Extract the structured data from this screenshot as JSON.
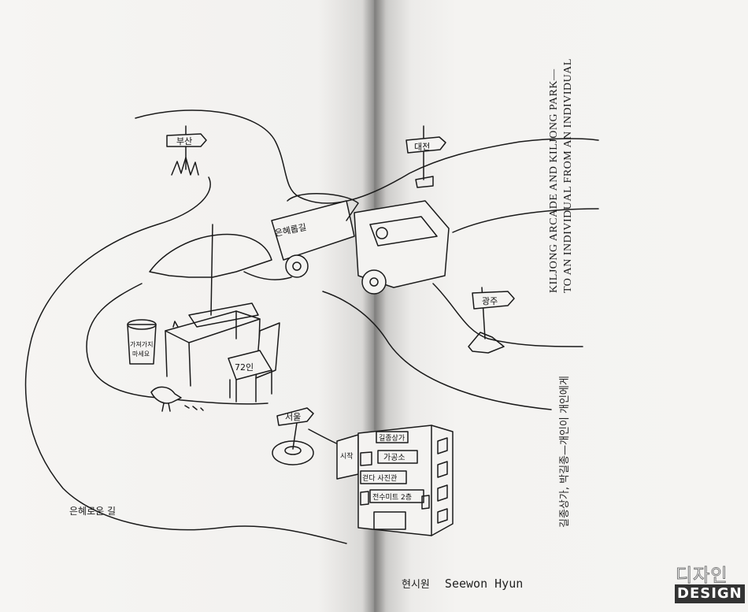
{
  "title_en": {
    "line1": "KILJONG ARCADE AND KILJONG PARK—",
    "line2": "TO AN INDIVIDUAL FROM AN INDIVIDUAL"
  },
  "title_ko": "길종상가, 박길종—개인이 개인에게",
  "author": {
    "name_ko": "현시원",
    "name_en": "Seewon Hyun"
  },
  "caption": "은혜로운 길",
  "signs": {
    "busan": "부산",
    "daejeon": "대전",
    "gwangju": "광주",
    "seoul": "서울",
    "truck": "은혜롭길",
    "chair": "72인",
    "bucket_line1": "가져가지",
    "bucket_line2": "마세요",
    "start": "시작"
  },
  "building_signs": [
    "길종상가",
    "가공소",
    "걷다 사진관",
    "전수미트 2층"
  ],
  "watermark": {
    "ko": "디자인",
    "en": "DESIGN"
  }
}
